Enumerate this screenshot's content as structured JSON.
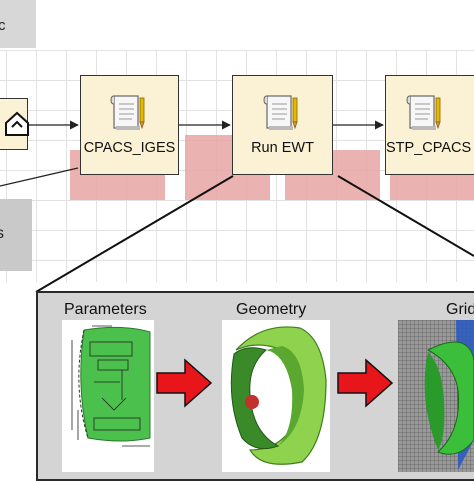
{
  "workflow": {
    "nodes": [
      {
        "label": "CPACS_IGES",
        "icon": "script-document-icon"
      },
      {
        "label": "Run EWT",
        "icon": "script-document-icon"
      },
      {
        "label": "STP_CPACS",
        "icon": "script-document-icon"
      }
    ],
    "start_node": {
      "icon": "home-icon"
    },
    "watermark_color": "#e8a5a5",
    "node_fill": "#fbf1d4"
  },
  "side_tabs": {
    "top_fragment": "c",
    "lower_fragment": "s"
  },
  "detail": {
    "sections": [
      {
        "title": "Parameters"
      },
      {
        "title": "Geometry"
      },
      {
        "title": "Grid"
      }
    ],
    "arrow_color": "#e8161b",
    "geometry_color": "#6fc23a"
  }
}
